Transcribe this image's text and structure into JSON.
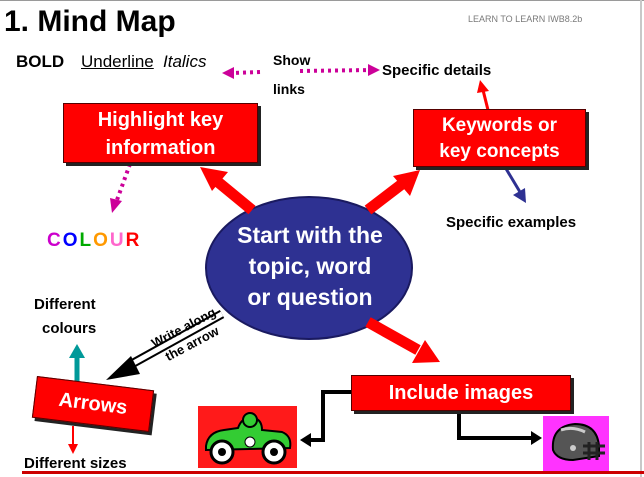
{
  "header": {
    "title": "1. Mind Map",
    "reference": "LEARN TO LEARN IWB8.2b"
  },
  "formatting": {
    "bold": "BOLD",
    "underline": "Underline",
    "italics": "Italics"
  },
  "show_links": {
    "line1": "Show",
    "line2": "links"
  },
  "center": {
    "line1": "Start with the",
    "line2": "topic, word",
    "line3": "or question"
  },
  "boxes": {
    "highlight": {
      "line1": "Highlight key",
      "line2": "information"
    },
    "keywords": {
      "line1": "Keywords or",
      "line2": "key concepts"
    },
    "arrows": "Arrows",
    "images": "Include images"
  },
  "labels": {
    "specific_details": "Specific details",
    "specific_examples": "Specific examples",
    "different_colours_1": "Different",
    "different_colours_2": "colours",
    "different_sizes": "Different sizes"
  },
  "colour_word": {
    "letters": [
      {
        "char": "C",
        "color": "#cc00cc"
      },
      {
        "char": "O",
        "color": "#0000ff"
      },
      {
        "char": "L",
        "color": "#00aa00"
      },
      {
        "char": "O",
        "color": "#ff9900"
      },
      {
        "char": "U",
        "color": "#ff66cc"
      },
      {
        "char": "R",
        "color": "#ff0000"
      }
    ]
  },
  "write_along": {
    "line1": "Write along",
    "line2": "the arrow"
  },
  "icons": {
    "car": "race-car-icon",
    "helmet": "football-helmet-icon"
  },
  "colors": {
    "red": "#ff0000",
    "ellipse": "#2e3192",
    "dotted": "#cc0099",
    "blue_arrow": "#2e3192",
    "teal_arrow": "#009999"
  }
}
